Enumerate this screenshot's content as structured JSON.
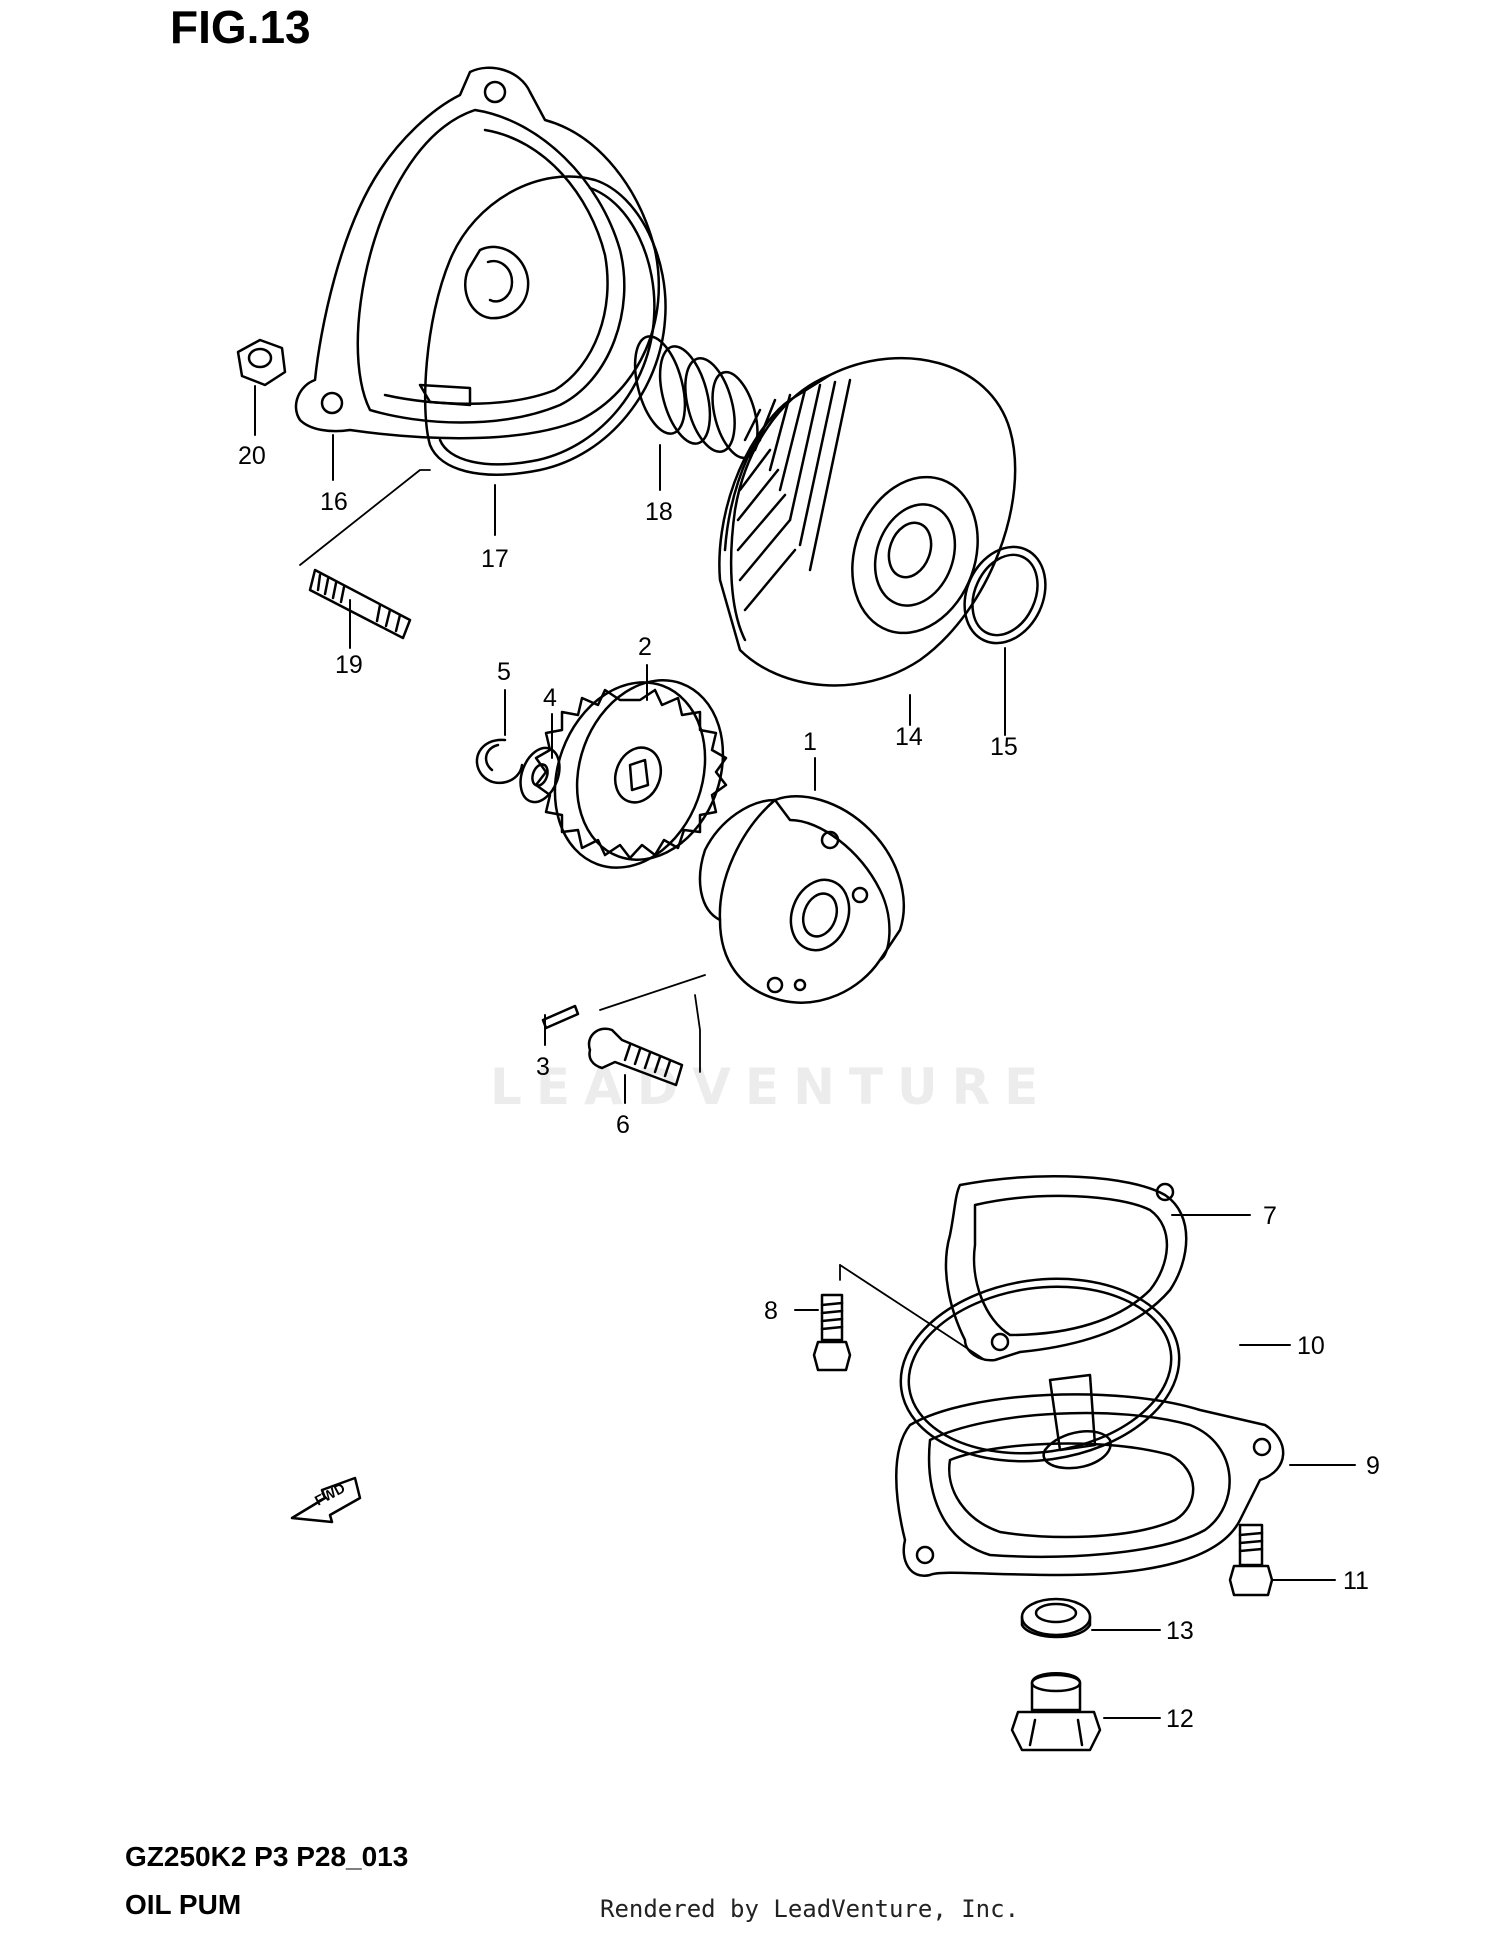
{
  "figure": {
    "title": "FIG.13",
    "model_code": "GZ250K2 P3 P28_013",
    "assembly_name": "OIL PUM",
    "credit": "Rendered by LeadVenture, Inc.",
    "watermark": "LEADVENTURE",
    "fwd_label": "FWD"
  },
  "callouts": [
    {
      "id": "1",
      "label": "1"
    },
    {
      "id": "2",
      "label": "2"
    },
    {
      "id": "3",
      "label": "3"
    },
    {
      "id": "4",
      "label": "4"
    },
    {
      "id": "5",
      "label": "5"
    },
    {
      "id": "6",
      "label": "6"
    },
    {
      "id": "7",
      "label": "7"
    },
    {
      "id": "8",
      "label": "8"
    },
    {
      "id": "9",
      "label": "9"
    },
    {
      "id": "10",
      "label": "10"
    },
    {
      "id": "11",
      "label": "11"
    },
    {
      "id": "12",
      "label": "12"
    },
    {
      "id": "13",
      "label": "13"
    },
    {
      "id": "14",
      "label": "14"
    },
    {
      "id": "15",
      "label": "15"
    },
    {
      "id": "16",
      "label": "16"
    },
    {
      "id": "17",
      "label": "17"
    },
    {
      "id": "18",
      "label": "18"
    },
    {
      "id": "19",
      "label": "19"
    },
    {
      "id": "20",
      "label": "20"
    }
  ]
}
